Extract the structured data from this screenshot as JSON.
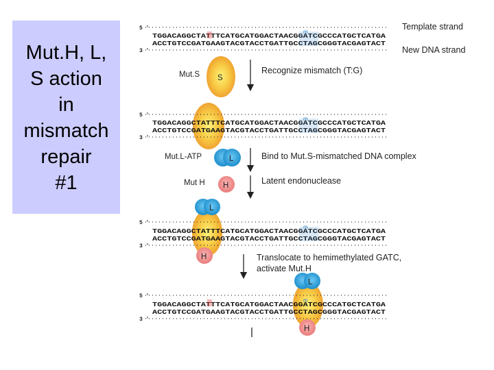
{
  "slide": {
    "title_lines": [
      "Mut.H, L,",
      "S action",
      "in",
      "mismatch",
      "repair",
      "#1"
    ]
  },
  "strands": {
    "five_prime": "5 '",
    "three_prime": "3 '",
    "top_seq": "TGGACAGGCTATTTCATGCATGGACTAACGGATCGCCCATGCTCATGA",
    "bottom_seq": "ACCTGTCCGATGAAGTACGTACCTGATTGCCTAGCGGGTACGAGTACT",
    "methyl_mark": "m",
    "template_label": "Template strand",
    "new_label": "New DNA strand"
  },
  "proteins": {
    "muts_label": "Mut.S",
    "mutl_label": "Mut.L-ATP",
    "muth_label": "Mut H",
    "s": "S",
    "l": "L",
    "h": "H"
  },
  "steps": {
    "step1": "Recognize mismatch (T:G)",
    "step2": "Bind to Mut.S-mismatched DNA complex",
    "step3": "Latent endonuclease",
    "step4_line1": "Translocate to hemimethylated GATC,",
    "step4_line2": "activate Mut.H"
  },
  "colors": {
    "title_bg": "#ccccff",
    "mut_s": "#f4b63c",
    "mut_l": "#1f9ad6",
    "mut_h": "#f08c8c",
    "mismatch": "#e03030",
    "gatc": "#2a7fc0"
  }
}
